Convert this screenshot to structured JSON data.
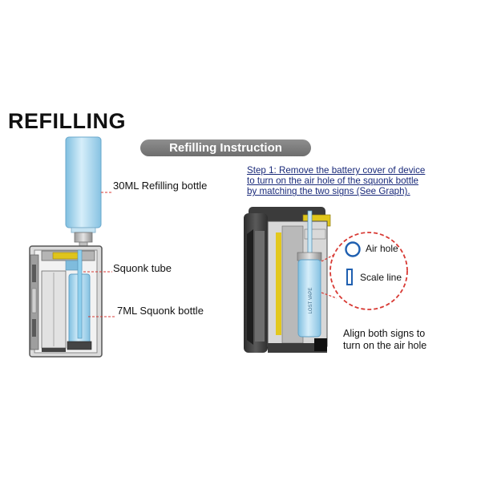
{
  "header": {
    "title": "REFILLING",
    "banner": "Refilling Instruction"
  },
  "left_diagram": {
    "labels": {
      "refill_bottle": "30ML Refilling bottle",
      "squonk_tube": "Squonk tube",
      "squonk_bottle": "7ML Squonk bottle"
    },
    "bottle_print": "LOST VAPE"
  },
  "right_diagram": {
    "step_lines": [
      "Step 1: Remove the battery cover of device",
      "to turn on the air hole of the squonk bottle",
      "by matching the two signs (See Graph)."
    ],
    "air_hole_label": "Air hole",
    "scale_line_label": "Scale line",
    "align_note_lines": [
      "Align both signs to",
      "turn on the air hole"
    ]
  },
  "colors": {
    "banner": "#7d7d7d",
    "bottle_blue": "#a9d6ec",
    "step_text": "#1a2a7a",
    "callout_red": "#d83a34",
    "sign_blue": "#1f5fb0",
    "leader_red": "#d83a34",
    "device_dark": "#3d3d3d",
    "accent_yellow": "#e4c81c"
  }
}
